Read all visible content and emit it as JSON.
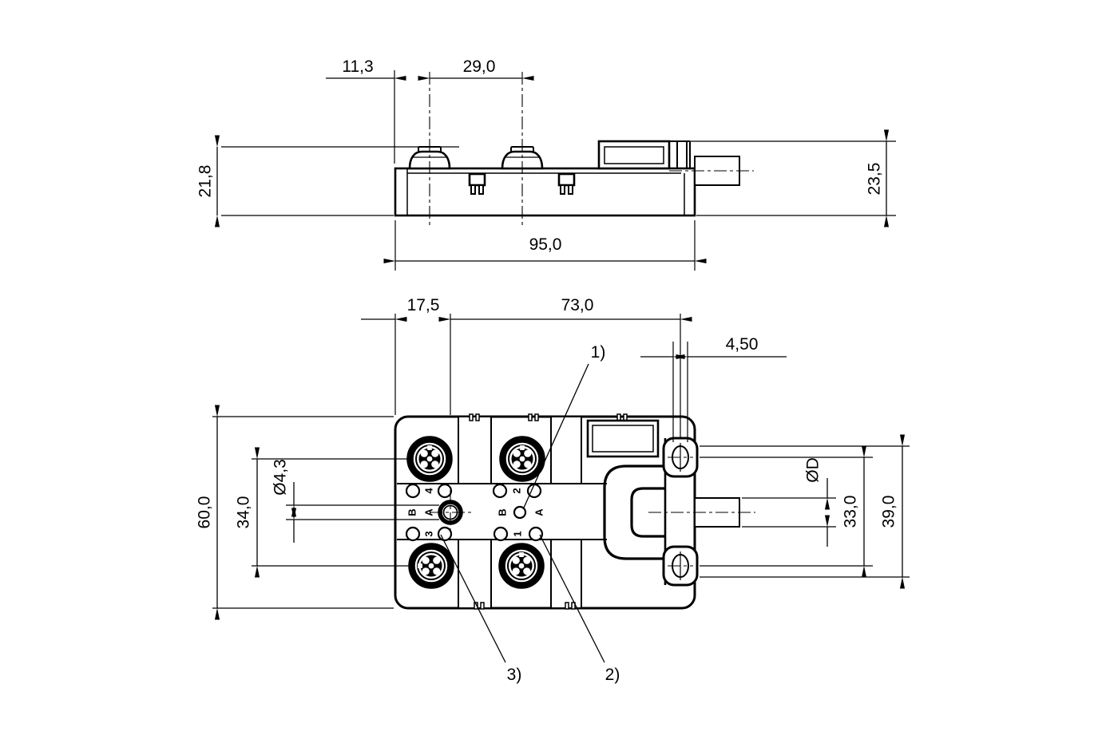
{
  "meta": {
    "background_color": "#ffffff",
    "line_color": "#000000",
    "description": "Technical dimension drawing of 4-port sensor/actuator distribution box, side view and bottom view"
  },
  "side_view": {
    "dims": {
      "d11_3": "11,3",
      "d29_0": "29,0",
      "d95_0": "95,0",
      "d21_8": "21,8",
      "d23_5": "23,5"
    }
  },
  "bottom_view": {
    "dims": {
      "d17_5": "17,5",
      "d73_0": "73,0",
      "d4_50": "4,50",
      "d60_0": "60,0",
      "d34_0": "34,0",
      "d4_3": "Ø4,3",
      "dD": "ØD",
      "d33_0": "33,0",
      "d39_0": "39,0"
    },
    "callouts": {
      "c1": "1)",
      "c2": "2)",
      "c3": "3)"
    },
    "ports": {
      "p1": "1",
      "p2": "2",
      "p3": "3",
      "p4": "4",
      "pa": "A",
      "pb": "B"
    }
  }
}
